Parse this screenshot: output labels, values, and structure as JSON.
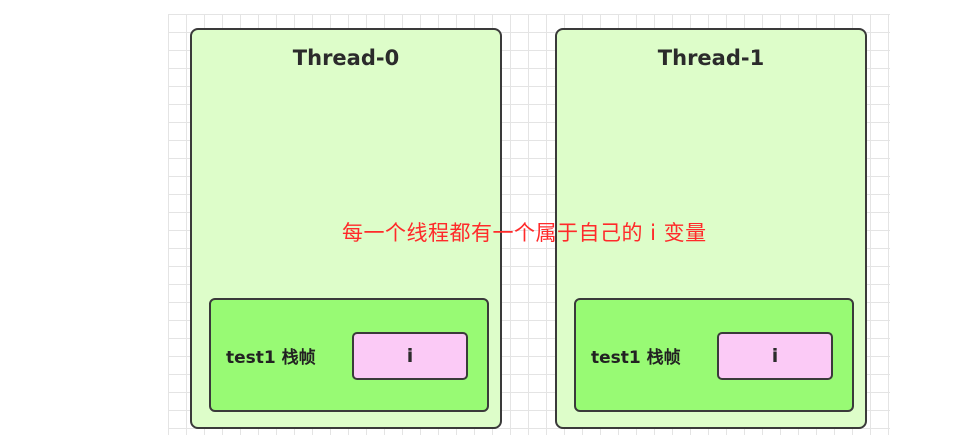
{
  "threads": [
    {
      "title": "Thread-0",
      "frame": {
        "label": "test1 栈帧",
        "variable": "i"
      }
    },
    {
      "title": "Thread-1",
      "frame": {
        "label": "test1 栈帧",
        "variable": "i"
      }
    }
  ],
  "annotation": "每一个线程都有一个属于自己的 i 变量",
  "colors": {
    "thread_fill": "#ddfdc9",
    "frame_fill": "#98fa74",
    "variable_fill": "#fbcaf6",
    "annotation_text": "#ff2a2a",
    "border": "#3a3a3a"
  }
}
